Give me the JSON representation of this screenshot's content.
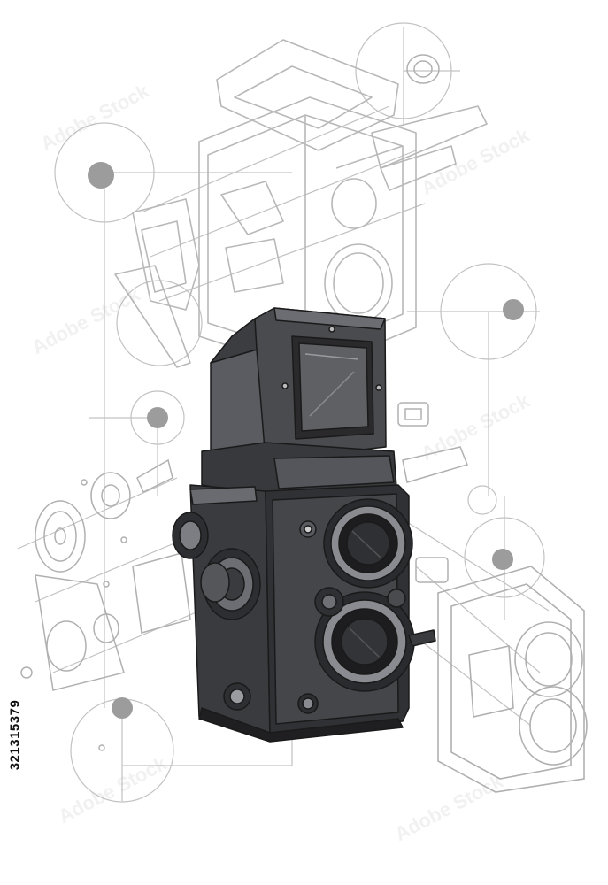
{
  "image": {
    "subject": "twin-lens-reflex-camera-exploded-diagram",
    "stock_id": "321315379",
    "watermark_text": "Adobe Stock",
    "colors": {
      "background": "#ffffff",
      "line": "#b5b5b5",
      "node": "#9a9a9a",
      "camera_dark": "#2e2e30",
      "camera_mid": "#55565a",
      "camera_light": "#8e9094"
    }
  }
}
